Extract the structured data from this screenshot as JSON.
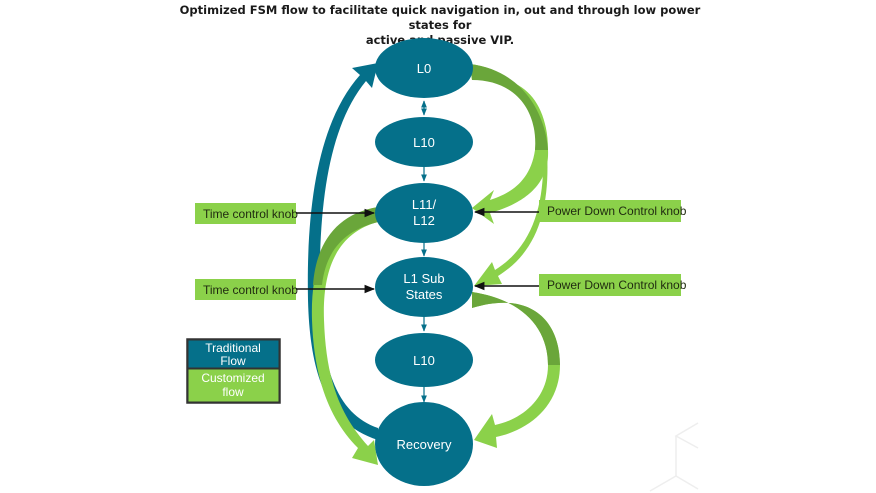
{
  "title": {
    "line1": "Optimized FSM flow to facilitate quick navigation in, out and through low power states for",
    "line2": "active and passive VIP."
  },
  "colors": {
    "state_fill": "#05708a",
    "traditional": "#05708a",
    "customized_light": "#8bd14a",
    "customized_dark": "#6aa63a",
    "knob_fill": "#8bd14a",
    "arrow_line": "#111111"
  },
  "states": [
    {
      "id": "L0",
      "label": "L0"
    },
    {
      "id": "L10a",
      "label": "L10"
    },
    {
      "id": "L11L12",
      "label_lines": [
        "L11/",
        "L12"
      ]
    },
    {
      "id": "L1sub",
      "label_lines": [
        "L1 Sub",
        "States"
      ]
    },
    {
      "id": "L10b",
      "label": "L10"
    },
    {
      "id": "Recovery",
      "label": "Recovery"
    }
  ],
  "knobs": {
    "left": [
      {
        "label": "Time control knob",
        "target": "L11L12"
      },
      {
        "label": "Time control knob",
        "target": "L1sub"
      }
    ],
    "right": [
      {
        "label": "Power Down Control knob",
        "target": "L11L12"
      },
      {
        "label": "Power Down Control knob",
        "target": "L1sub"
      }
    ]
  },
  "legend": {
    "traditional": {
      "line1": "Traditional",
      "line2": "Flow"
    },
    "customized": {
      "line1": "Customized",
      "line2": "flow"
    }
  },
  "transitions": [
    {
      "from": "L0",
      "to": "L10a",
      "type": "traditional",
      "bidirectional": true
    },
    {
      "from": "L10a",
      "to": "L11L12",
      "type": "traditional"
    },
    {
      "from": "L11L12",
      "to": "L1sub",
      "type": "traditional"
    },
    {
      "from": "L1sub",
      "to": "L10b",
      "type": "traditional"
    },
    {
      "from": "L10b",
      "to": "Recovery",
      "type": "traditional"
    },
    {
      "from": "Recovery",
      "to": "L0",
      "type": "traditional"
    },
    {
      "from": "L0",
      "to": "L11L12",
      "type": "customized"
    },
    {
      "from": "L0",
      "to": "L1sub",
      "type": "customized"
    },
    {
      "from": "L1sub",
      "to": "Recovery",
      "type": "customized"
    },
    {
      "from": "L11L12",
      "to": "Recovery",
      "type": "customized"
    }
  ]
}
